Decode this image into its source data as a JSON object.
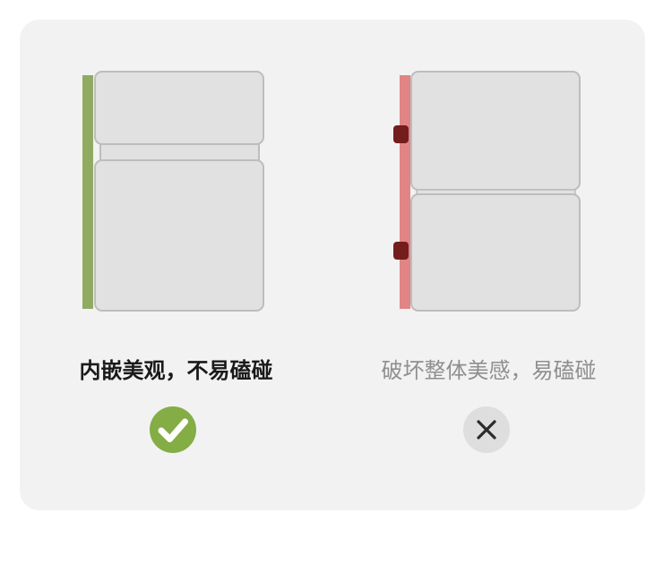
{
  "colors": {
    "card_bg": "#f2f2f2",
    "fridge_fill": "#e1e1e1",
    "fridge_stroke": "#bdbdbd",
    "flush_hinge_bar": "#8fab62",
    "protruding_hinge_bar": "#e08486",
    "protruding_hinge_knob": "#741d1d",
    "check_badge": "#84ad45",
    "cross_badge": "#dedede"
  },
  "options": [
    {
      "caption": "内嵌美观，不易磕碰",
      "verdict": "correct",
      "icon": "checkmark-icon"
    },
    {
      "caption": "破坏整体美感，易磕碰",
      "verdict": "incorrect",
      "icon": "cross-icon"
    }
  ]
}
